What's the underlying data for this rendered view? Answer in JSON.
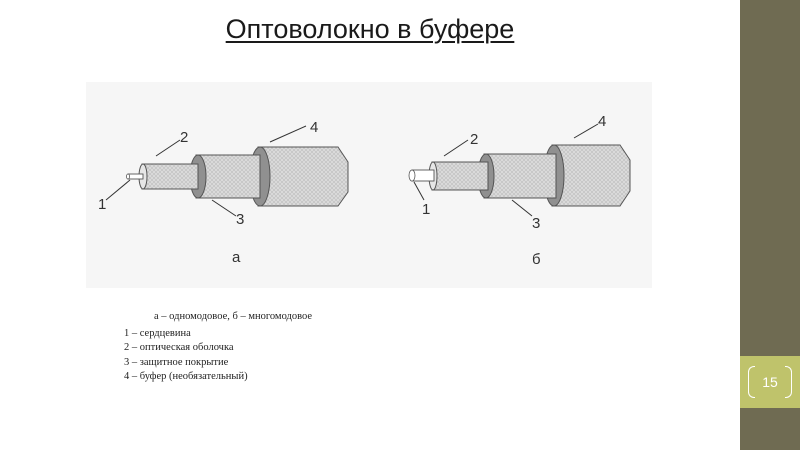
{
  "slide": {
    "title": "Оптоволокно в буфере",
    "page_number": "15"
  },
  "figure": {
    "left": {
      "letter": "а",
      "callouts": {
        "c1": "1",
        "c2": "2",
        "c3": "3",
        "c4": "4"
      }
    },
    "right": {
      "letter": "б",
      "callouts": {
        "c1": "1",
        "c2": "2",
        "c3": "3",
        "c4": "4"
      }
    }
  },
  "caption": {
    "line1": "а – одномодовое,  б – многомодовое",
    "line2": "1 – сердцевина",
    "line3": "2 – оптическая оболочка",
    "line4": "3 – защитное покрытие",
    "line5": "4 – буфер (необязательный)"
  },
  "colors": {
    "sidebar": "#6f6b52",
    "page_panel": "#bfc36b",
    "cable_fill": "#d9d9d9",
    "coating_ring": "#8c8c8c"
  }
}
